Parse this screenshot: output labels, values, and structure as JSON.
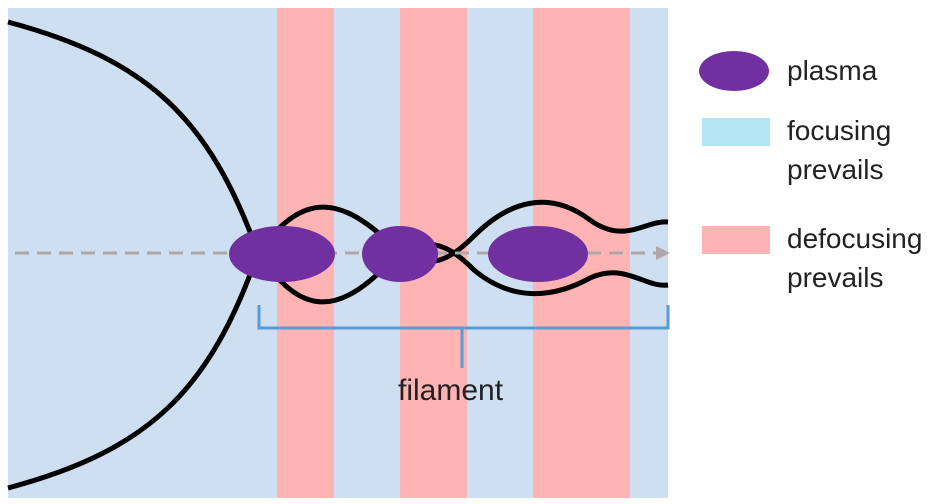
{
  "colors": {
    "focusing_region": "#cddff0",
    "focusing_legend": "#b3e5f5",
    "defocusing": "#ffb3b3",
    "plasma": "#7030a0",
    "beam": "#000000",
    "axis": "#b0a8a8",
    "bracket": "#5b9bd5"
  },
  "legend": {
    "plasma": "plasma",
    "focusing_line1": "focusing",
    "focusing_line2": "prevails",
    "defocusing_line1": "defocusing",
    "defocusing_line2": "prevails"
  },
  "labels": {
    "filament": "filament"
  }
}
